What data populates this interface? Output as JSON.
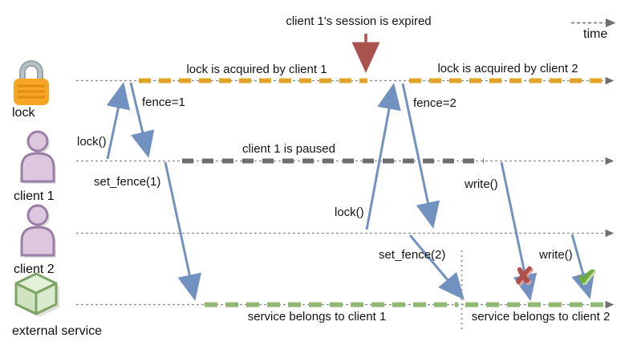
{
  "diagram": {
    "expiry_note": "client 1's session is expired",
    "time_axis_label": "time",
    "lanes": {
      "lock": "lock",
      "client1": "client 1",
      "client2": "client 2",
      "service": "external service"
    },
    "spans": {
      "lock_client1": "lock is acquired by client 1",
      "lock_client2": "lock is acquired by client 2",
      "client1_paused": "client 1 is paused",
      "service_client1": "service belongs to client 1",
      "service_client2": "service belongs to client 2"
    },
    "messages": {
      "lock1": "lock()",
      "fence1": "fence=1",
      "set_fence1": "set_fence(1)",
      "lock2": "lock()",
      "fence2": "fence=2",
      "set_fence2": "set_fence(2)",
      "write1": "write()",
      "write2": "write()"
    },
    "marks": {
      "fail": "✘",
      "success": "✔"
    },
    "colors": {
      "lock_span": "#e2a427",
      "paused_span": "#6e6e6e",
      "service_span": "#90b873",
      "message_arrow": "#7191c1",
      "expiry_arrow": "#a9534f",
      "fail_mark": "#b0504c",
      "success_mark": "#6fae3e"
    }
  }
}
